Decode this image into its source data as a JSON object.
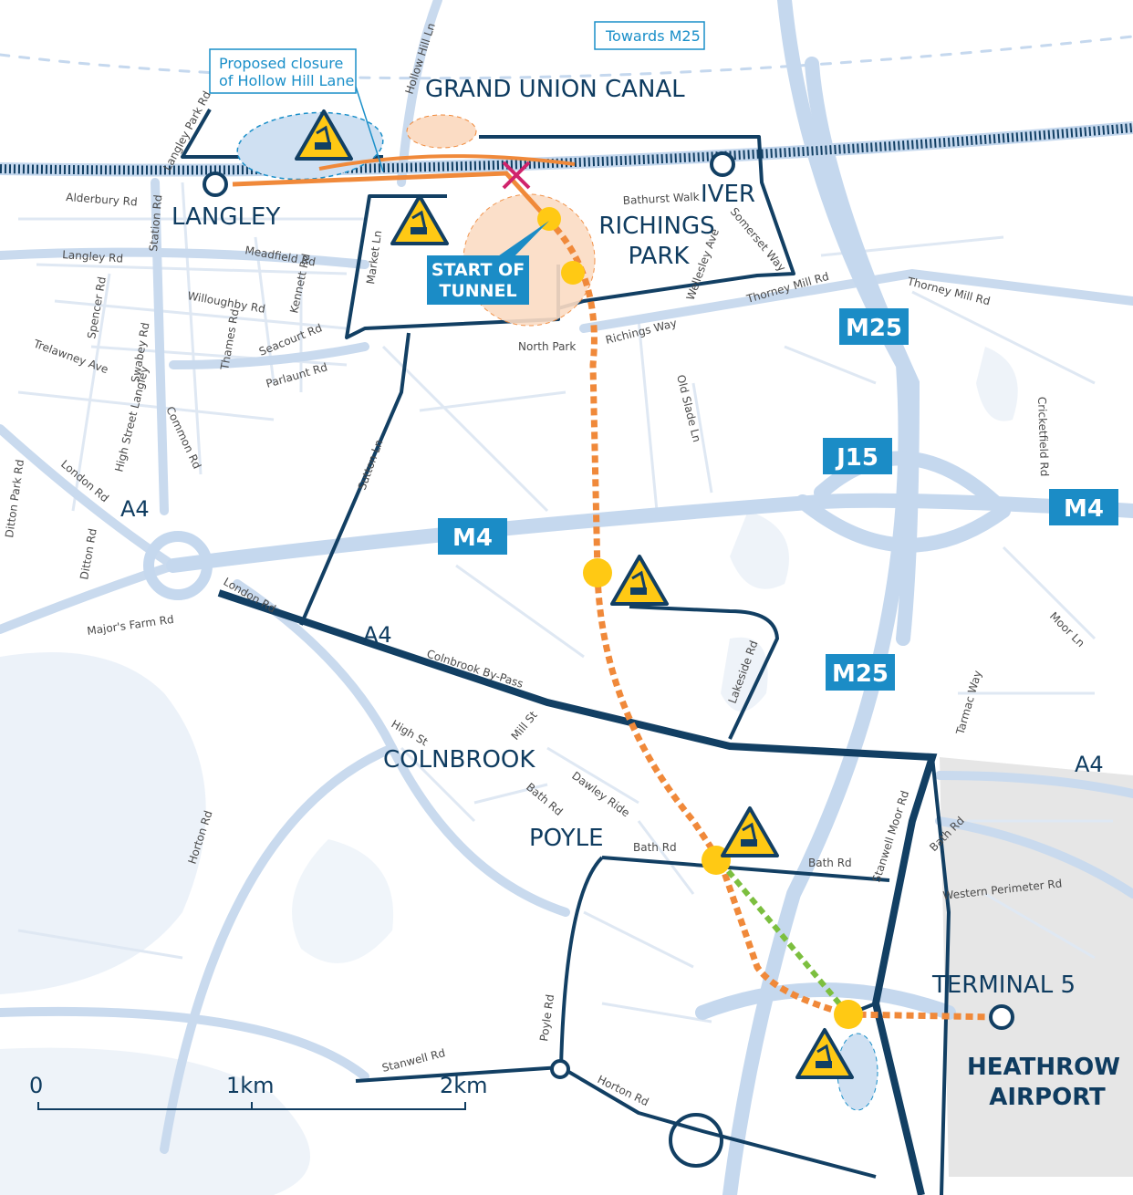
{
  "map": {
    "callouts": {
      "towards_m25": "Towards M25",
      "closure_line1": "Proposed closure",
      "closure_line2": "of Hollow Hill Lane",
      "start_line1": "START OF",
      "start_line2": "TUNNEL"
    },
    "places": {
      "canal": "GRAND UNION CANAL",
      "langley": "LANGLEY",
      "iver": "IVER",
      "richings1": "RICHINGS",
      "richings2": "PARK",
      "colnbrook": "COLNBROOK",
      "poyle": "POYLE",
      "terminal5": "TERMINAL 5",
      "heathrow1": "HEATHROW",
      "heathrow2": "AIRPORT"
    },
    "badges": {
      "m25_top": "M25",
      "j15": "J15",
      "m4_right": "M4",
      "m4_mid": "M4",
      "m25_low": "M25"
    },
    "a4_labels": [
      "A4",
      "A4",
      "A4"
    ],
    "roads": {
      "hollow_hill": "Hollow Hill Ln",
      "langley_park": "Langley Park Rd",
      "alderbury": "Alderbury Rd",
      "station": "Station Rd",
      "langley_rd": "Langley Rd",
      "meadfield": "Meadfield Rd",
      "kennett": "Kennett Rd",
      "market": "Market Ln",
      "bathurst": "Bathurst Walk",
      "somerset": "Somerset Way",
      "wellesley": "Wellesley Ave",
      "thorney1": "Thorney Mill Rd",
      "thorney2": "Thorney Mill Rd",
      "north_park": "North Park",
      "richings_way": "Richings Way",
      "spencer": "Spencer Rd",
      "willoughby": "Willoughby Rd",
      "thames": "Thames Rd",
      "seacourt": "Seacourt Rd",
      "swabey": "Swabey Rd",
      "trelawney": "Trelawney Ave",
      "parlaunt": "Parlaunt Rd",
      "old_slade": "Old Slade Ln",
      "cricketfield": "Cricketfield Rd",
      "high_st_langley": "High Street Langley",
      "common": "Common Rd",
      "london1": "London Rd",
      "london2": "London Rd",
      "ditton_park": "Ditton Park Rd",
      "ditton": "Ditton Rd",
      "sutton": "Sutton Ln",
      "majors_farm": "Major's Farm Rd",
      "colnbrook_bypass": "Colnbrook By-Pass",
      "lakeside": "Lakeside Rd",
      "moor": "Moor Ln",
      "tarmac": "Tarmac Way",
      "high_st": "High St",
      "mill_st": "Mill St",
      "bath1": "Bath Rd",
      "bath2": "Bath Rd",
      "bath3": "Bath Rd",
      "bath4": "Bath Rd",
      "dawley": "Dawley Ride",
      "horton1": "Horton Rd",
      "horton2": "Horton Rd",
      "stanwell_moor": "Stanwell Moor Rd",
      "western_perimeter": "Western Perimeter Rd",
      "poyle_rd": "Poyle Rd",
      "stanwell": "Stanwell Rd"
    },
    "scale": {
      "zero": "0",
      "one": "1km",
      "two": "2km"
    },
    "colors": {
      "dark_road": "#123f63",
      "tunnel": "#f0893a",
      "alt_route": "#7cbf3f",
      "badge": "#1b8cc6",
      "shaft": "#ffc914",
      "airport": "#e8e8e8"
    }
  }
}
